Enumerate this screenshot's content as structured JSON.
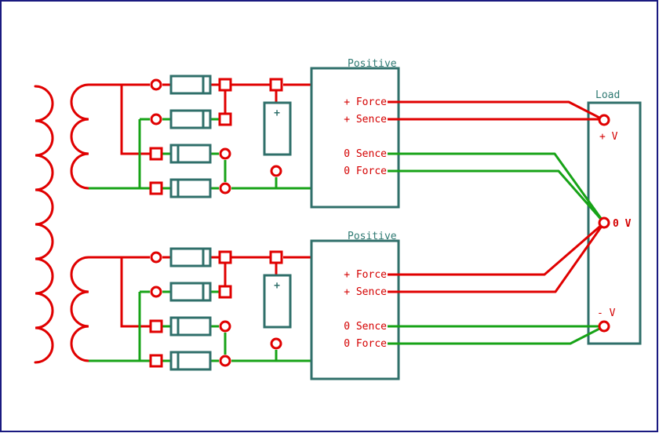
{
  "colors": {
    "positive_wire": "#e00000",
    "zero_wire": "#17a317",
    "component": "#2f6f6a",
    "frame": "#1a1a80",
    "label_box": "#2f7a73",
    "label_terminal": "#d40000"
  },
  "supplies": [
    {
      "title": "Positive",
      "terminals": [
        "+ Force",
        "+ Sence",
        "0 Sence",
        "0 Force"
      ]
    },
    {
      "title": "Positive",
      "terminals": [
        "+ Force",
        "+ Sence",
        "0 Sence",
        "0 Force"
      ]
    }
  ],
  "capacitor_symbol": "+",
  "load": {
    "title": "Load",
    "plus_label": "+ V",
    "zero_label": "0 V",
    "minus_label": "- V"
  }
}
